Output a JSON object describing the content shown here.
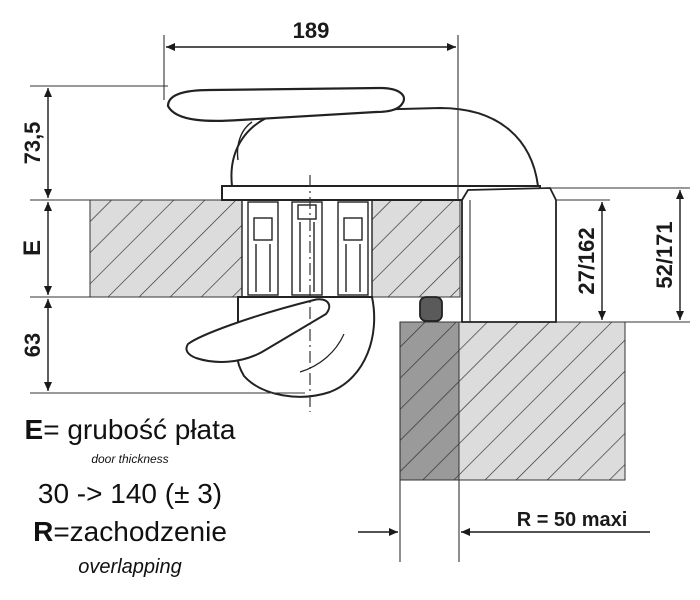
{
  "dimensions": {
    "width_top": "189",
    "handle_height": "73,5",
    "door_thickness_symbol": "E",
    "lower_height": "63",
    "side_dim_1": "27/162",
    "side_dim_2": "52/171",
    "overlap": "R = 50 maxi"
  },
  "legend": {
    "e_letter": "E",
    "e_text": "= grubość płata",
    "e_subtitle": "door thickness",
    "range": "30 -> 140 (± 3)",
    "r_letter": "R",
    "r_text": "=zachodzenie",
    "r_subtitle": "overlapping"
  },
  "colors": {
    "hatch_light": "#dcdcdc",
    "hatch_dark": "#9a9a9a",
    "line": "#1a1a1a"
  }
}
